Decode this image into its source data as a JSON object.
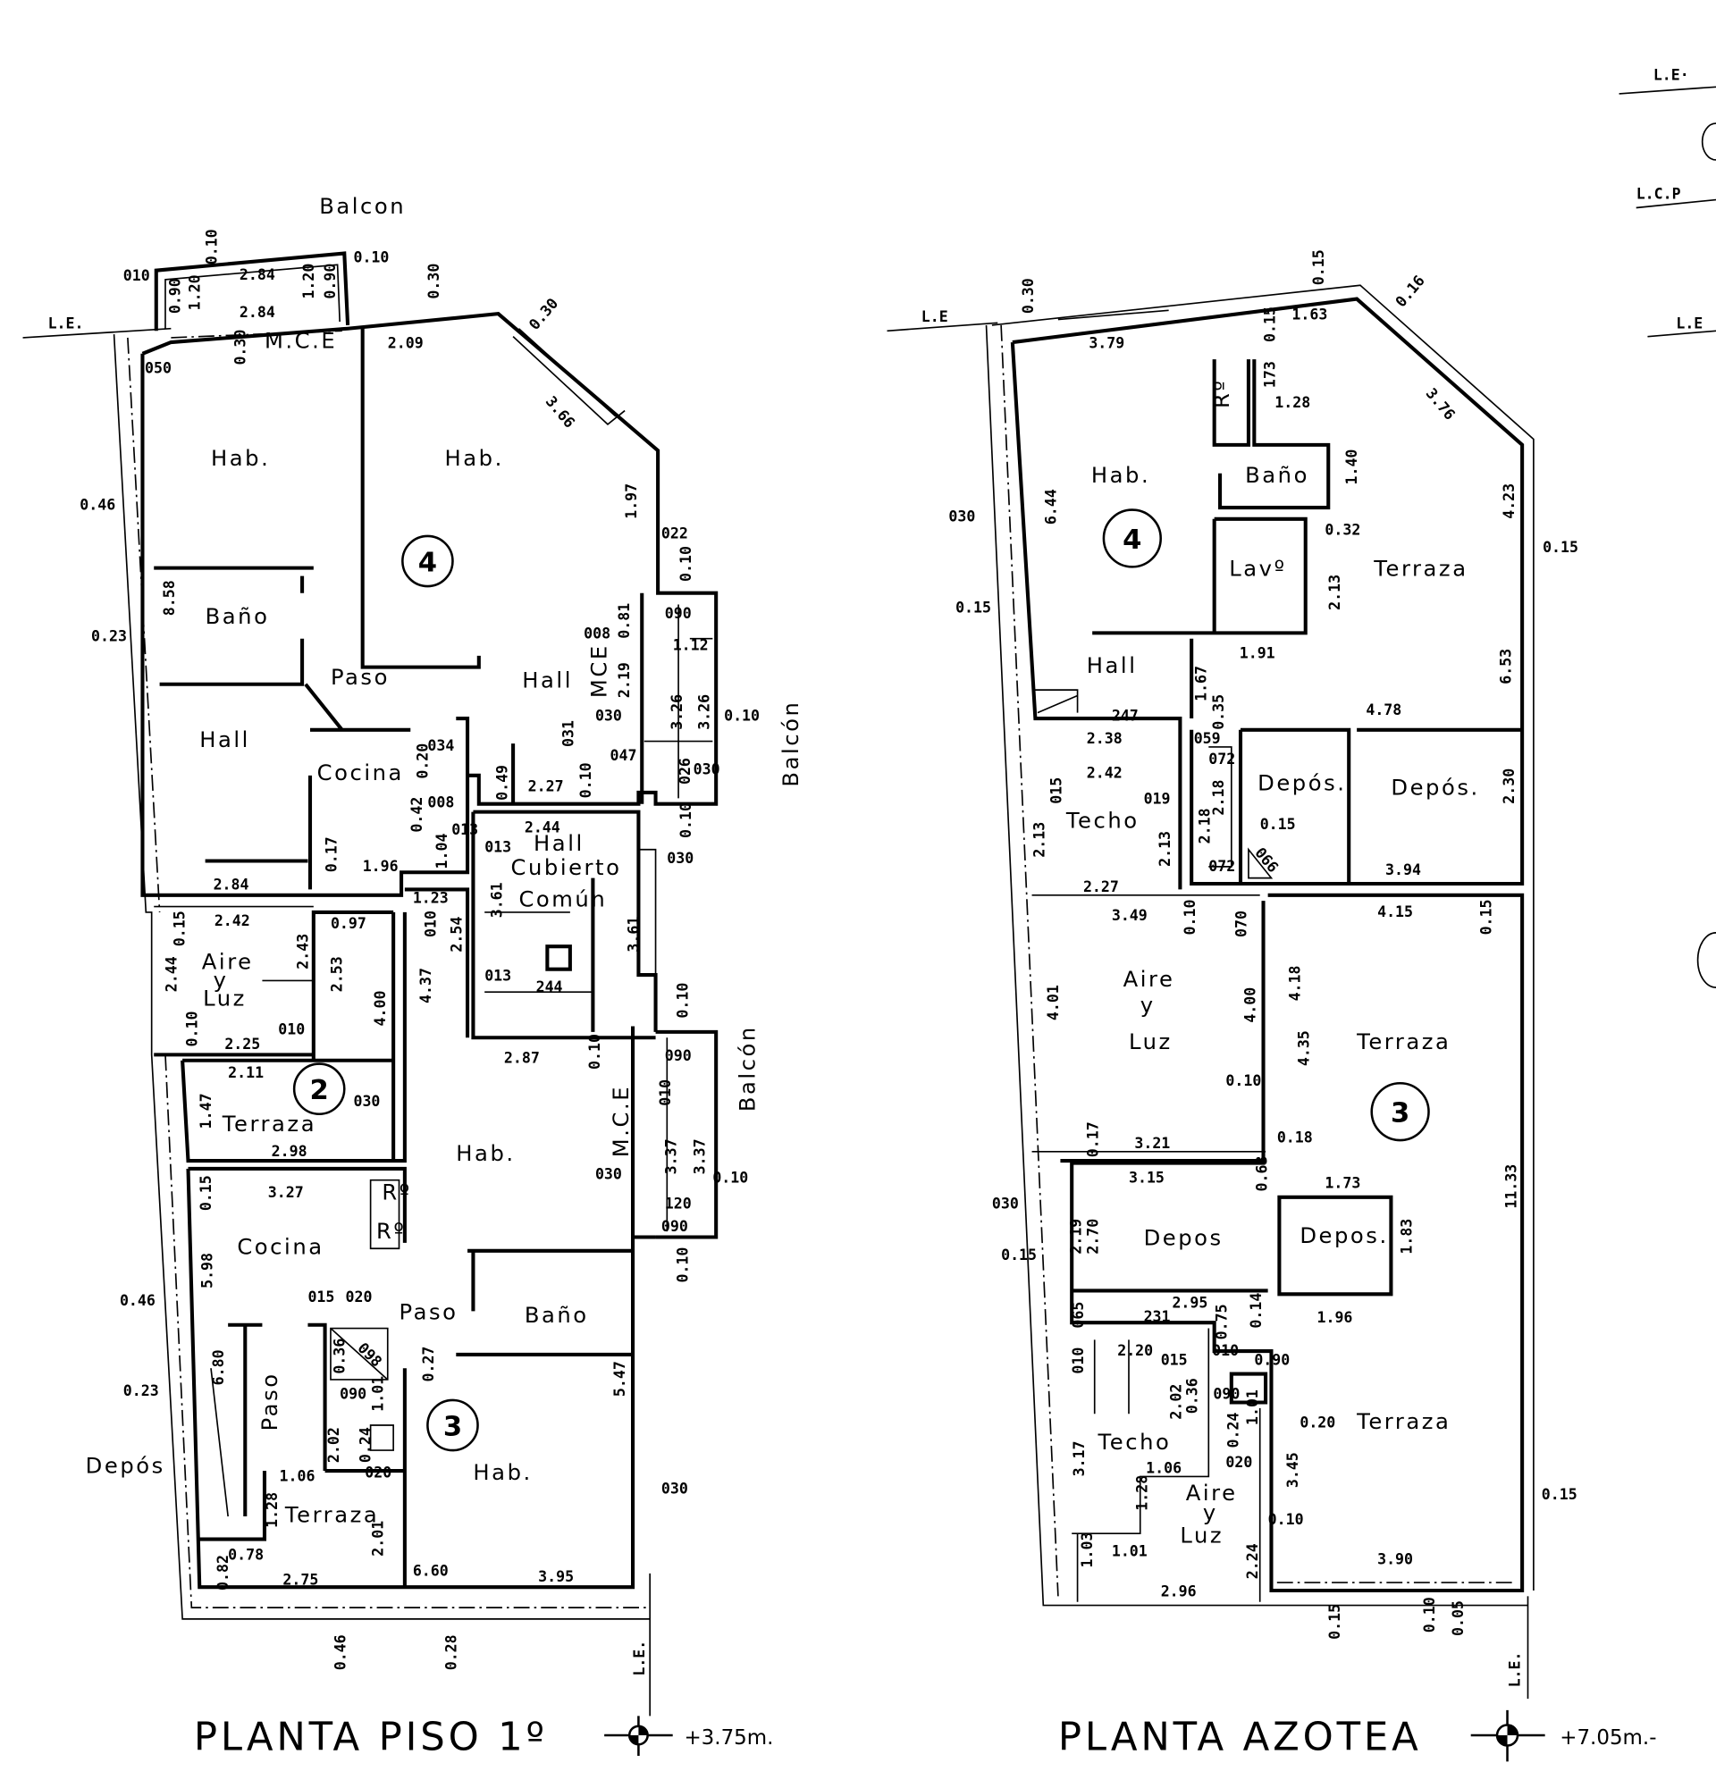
{
  "plans": [
    {
      "title": "PLANTA PISO 1º",
      "level": "+3.75m.",
      "units": [
        "4",
        "2",
        "3"
      ],
      "rooms": [
        "Balcon",
        "Hab.",
        "Hab.",
        "Baño",
        "Paso",
        "Hall",
        "Hall",
        "Cocina",
        "Hall",
        "Cubierto",
        "Común",
        "Balcón",
        "Aire",
        "y",
        "Luz",
        "Terraza",
        "Balcón",
        "Hab.",
        "Rº",
        "Rº",
        "Cocina",
        "Paso",
        "Baño",
        "Paso",
        "Depós",
        "Hab.",
        "Terraza",
        "M.C.E",
        "M.C.E",
        "MCE"
      ],
      "dims": [
        "0.10",
        "0.10",
        "010",
        "2.84",
        "2.84",
        "0.90",
        "1.20",
        "1.20",
        "0.90",
        "0.30",
        "0.30",
        "0.30",
        "050",
        "2.09",
        "3.66",
        "0.46",
        "1.97",
        "022",
        "0.10",
        "8.58",
        "0.23",
        "090",
        "008",
        "0.81",
        "1.12",
        "2.19",
        "3.26",
        "3.26",
        "0.10",
        "031",
        "030",
        "047",
        "026",
        "030",
        "034",
        "0.20",
        "0.49",
        "2.27",
        "0.10",
        "2.44",
        "0.10",
        "030",
        "0.42",
        "008",
        "013",
        "1.04",
        "013",
        "0.17",
        "1.96",
        "2.84",
        "1.23",
        "010",
        "3.61",
        "2.54",
        "3.61",
        "2.42",
        "0.15",
        "0.97",
        "2.44",
        "2.43",
        "2.53",
        "4.37",
        "4.00",
        "013",
        "244",
        "0.10",
        "2.25",
        "010",
        "0.10",
        "2.87",
        "0.10",
        "090",
        "010",
        "2.11",
        "030",
        "1.47",
        "2.98",
        "3.37",
        "3.37",
        "0.10",
        "030",
        "3.27",
        "0.15",
        "120",
        "090",
        "0.10",
        "5.98",
        "0.46",
        "015",
        "020",
        "6.80",
        "0.23",
        "098",
        "0.36",
        "0.27",
        "090",
        "1.01",
        "5.47",
        "2.02",
        "0.24",
        "1.06",
        "020",
        "030",
        "1.28",
        "2.01",
        "0.78",
        "0.82",
        "2.75",
        "6.60",
        "3.95",
        "0.46",
        "0.28",
        "L.E.",
        "L.E."
      ]
    },
    {
      "title": "PLANTA AZOTEA",
      "level": "+7.05m.-",
      "units": [
        "4",
        "3"
      ],
      "rooms": [
        "Hab.",
        "Rº",
        "Baño",
        "Lavº",
        "Terraza",
        "Hall",
        "Depós.",
        "Depós.",
        "Techo",
        "Aire",
        "y",
        "Luz",
        "Terraza",
        "Depos",
        "Depos.",
        "Terraza",
        "Techo",
        "Aire",
        "y",
        "Luz"
      ],
      "dims": [
        "L.E",
        "0.30",
        "0.15",
        "0.16",
        "1.63",
        "0.15",
        "173",
        "3.79",
        "1.28",
        "3.76",
        "1.40",
        "6.44",
        "4.23",
        "030",
        "0.32",
        "0.15",
        "2.13",
        "0.15",
        "1.91",
        "6.53",
        "1.67",
        "0.35",
        "4.78",
        "247",
        "2.38",
        "059",
        "072",
        "2.42",
        "015",
        "019",
        "2.18",
        "2.18",
        "0.15",
        "066",
        "2.30",
        "2.13",
        "2.13",
        "072",
        "3.94",
        "2.27",
        "3.49",
        "0.10",
        "070",
        "4.15",
        "0.15",
        "4.01",
        "4.00",
        "4.18",
        "4.35",
        "0.10",
        "0.17",
        "3.21",
        "0.18",
        "0.63",
        "3.15",
        "1.73",
        "11.33",
        "030",
        "2.19",
        "2.70",
        "1.83",
        "0.15",
        "2.95",
        "231",
        "065",
        "0.75",
        "0.14",
        "1.96",
        "010",
        "2.20",
        "015",
        "010",
        "0.90",
        "0.36",
        "090",
        "2.02",
        "1.01",
        "0.20",
        "0.24",
        "3.17",
        "1.06",
        "020",
        "3.45",
        "1.28",
        "0.10",
        "0.15",
        "1.03",
        "1.01",
        "2.24",
        "3.90",
        "2.96",
        "0.15",
        "0.10",
        "0.05",
        "L.E."
      ]
    }
  ],
  "margin_labels": [
    "L.E·",
    "L.C.P",
    "L.E"
  ]
}
